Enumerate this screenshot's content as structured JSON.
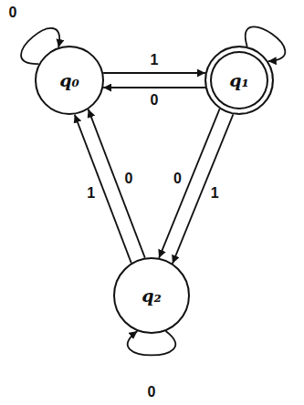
{
  "diagram": {
    "nodes": [
      {
        "text": [
          "q₀"
        ]
      },
      {
        "text": [
          "q₁"
        ]
      },
      {
        "text": [
          "q₂"
        ]
      }
    ],
    "edges": [
      {
        "from": 0,
        "to": 0,
        "label": "0",
        "arrow": "to"
      },
      {
        "from": 0,
        "to": 1,
        "label": "1",
        "arrow": "to"
      },
      {
        "from": 1,
        "to": 0,
        "label": "0",
        "arrow": "to"
      },
      {
        "from": 1,
        "to": 1,
        "arrow": "to"
      },
      {
        "from": 1,
        "to": 2,
        "label": "0",
        "arrow": "to"
      },
      {
        "from": 1,
        "to": 2,
        "label": "1",
        "arrow": "to"
      },
      {
        "from": 2,
        "to": 0,
        "label": "0",
        "arrow": "to"
      },
      {
        "from": 2,
        "to": 0,
        "label": "1",
        "arrow": "to"
      },
      {
        "from": 2,
        "to": 2,
        "label": "0",
        "arrow": "to"
      }
    ]
  }
}
